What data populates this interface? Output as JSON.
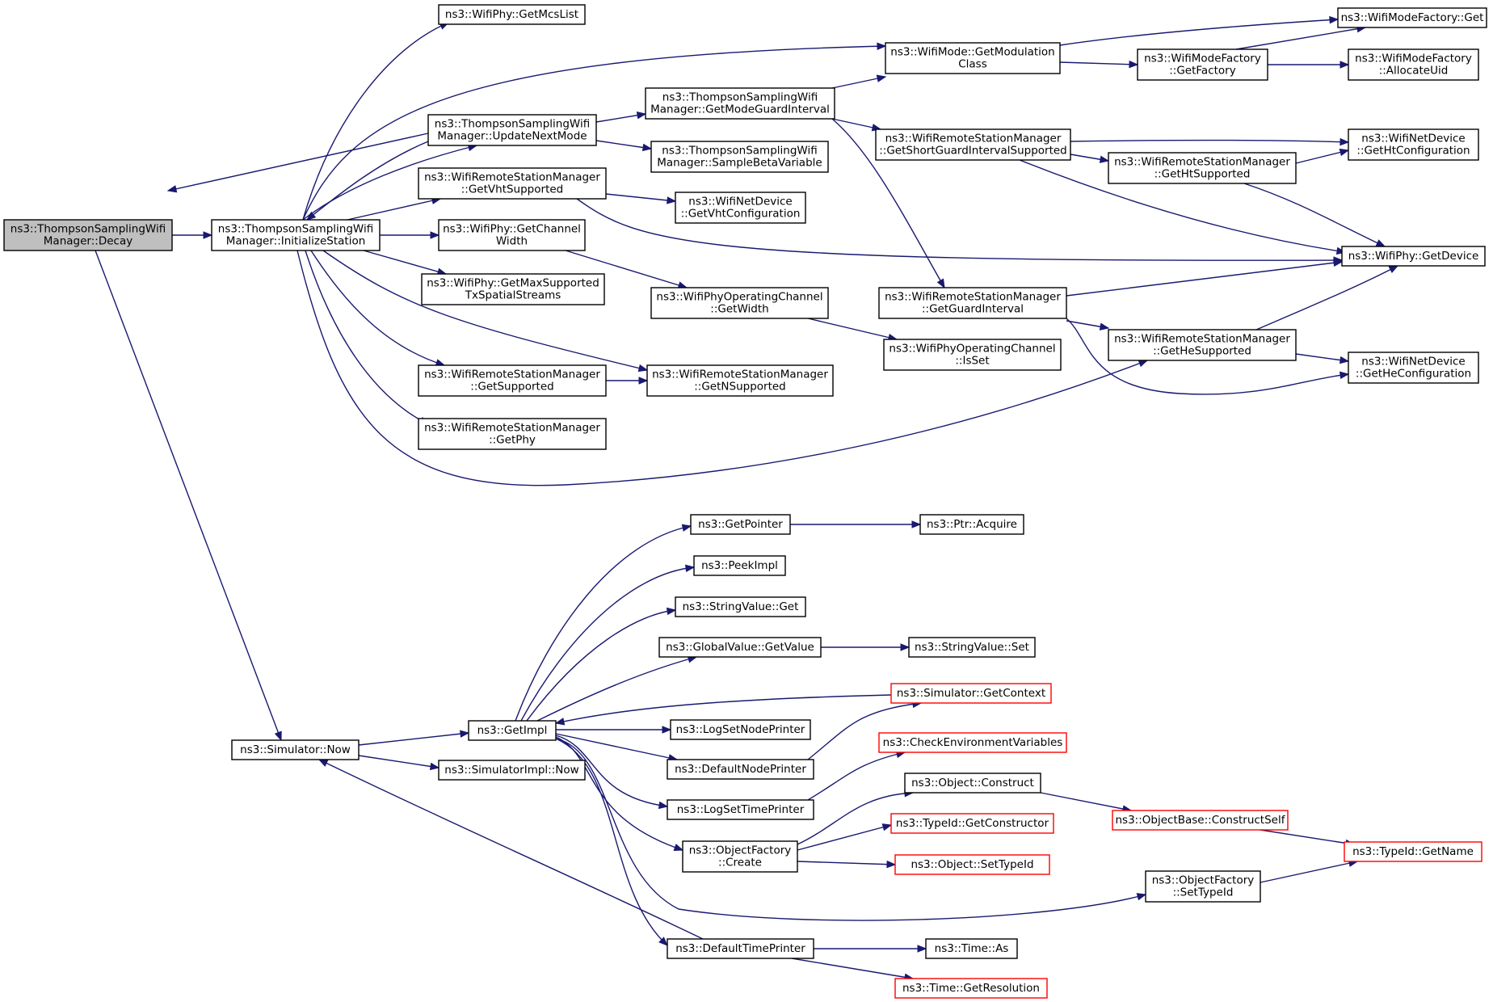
{
  "nodes": [
    {
      "id": "decay",
      "lines": [
        "ns3::ThompsonSamplingWifi",
        "Manager::Decay"
      ],
      "style": "root"
    },
    {
      "id": "initStation",
      "lines": [
        "ns3::ThompsonSamplingWifi",
        "Manager::InitializeStation"
      ],
      "style": "normal"
    },
    {
      "id": "getMcsList",
      "lines": [
        "ns3::WifiPhy::GetMcsList"
      ],
      "style": "normal"
    },
    {
      "id": "updateNextMode",
      "lines": [
        "ns3::ThompsonSamplingWifi",
        "Manager::UpdateNextMode"
      ],
      "style": "normal"
    },
    {
      "id": "getVhtSupported",
      "lines": [
        "ns3::WifiRemoteStationManager",
        "::GetVhtSupported"
      ],
      "style": "normal"
    },
    {
      "id": "getChannelWidth",
      "lines": [
        "ns3::WifiPhy::GetChannel",
        "Width"
      ],
      "style": "normal"
    },
    {
      "id": "getMaxSupported",
      "lines": [
        "ns3::WifiPhy::GetMaxSupported",
        "TxSpatialStreams"
      ],
      "style": "normal"
    },
    {
      "id": "getSupported",
      "lines": [
        "ns3::WifiRemoteStationManager",
        "::GetSupported"
      ],
      "style": "normal"
    },
    {
      "id": "getPhy",
      "lines": [
        "ns3::WifiRemoteStationManager",
        "::GetPhy"
      ],
      "style": "normal"
    },
    {
      "id": "getModeGuardInterval",
      "lines": [
        "ns3::ThompsonSamplingWifi",
        "Manager::GetModeGuardInterval"
      ],
      "style": "normal"
    },
    {
      "id": "sampleBeta",
      "lines": [
        "ns3::ThompsonSamplingWifi",
        "Manager::SampleBetaVariable"
      ],
      "style": "normal"
    },
    {
      "id": "getVhtConfig",
      "lines": [
        "ns3::WifiNetDevice",
        "::GetVhtConfiguration"
      ],
      "style": "normal"
    },
    {
      "id": "opChGetWidth",
      "lines": [
        "ns3::WifiPhyOperatingChannel",
        "::GetWidth"
      ],
      "style": "normal"
    },
    {
      "id": "getNSupported",
      "lines": [
        "ns3::WifiRemoteStationManager",
        "::GetNSupported"
      ],
      "style": "normal"
    },
    {
      "id": "getModulationClass",
      "lines": [
        "ns3::WifiMode::GetModulation",
        "Class"
      ],
      "style": "normal"
    },
    {
      "id": "getShortGI",
      "lines": [
        "ns3::WifiRemoteStationManager",
        "::GetShortGuardIntervalSupported"
      ],
      "style": "normal"
    },
    {
      "id": "getGuardInterval",
      "lines": [
        "ns3::WifiRemoteStationManager",
        "::GetGuardInterval"
      ],
      "style": "normal"
    },
    {
      "id": "opChIsSet",
      "lines": [
        "ns3::WifiPhyOperatingChannel",
        "::IsSet"
      ],
      "style": "normal"
    },
    {
      "id": "modeFactoryGetFactory",
      "lines": [
        "ns3::WifiModeFactory",
        "::GetFactory"
      ],
      "style": "normal"
    },
    {
      "id": "getHtSupported",
      "lines": [
        "ns3::WifiRemoteStationManager",
        "::GetHtSupported"
      ],
      "style": "normal"
    },
    {
      "id": "getHeSupported",
      "lines": [
        "ns3::WifiRemoteStationManager",
        "::GetHeSupported"
      ],
      "style": "normal"
    },
    {
      "id": "modeFactoryGet",
      "lines": [
        "ns3::WifiModeFactory::Get"
      ],
      "style": "normal"
    },
    {
      "id": "allocateUid",
      "lines": [
        "ns3::WifiModeFactory",
        "::AllocateUid"
      ],
      "style": "normal"
    },
    {
      "id": "getHtConfig",
      "lines": [
        "ns3::WifiNetDevice",
        "::GetHtConfiguration"
      ],
      "style": "normal"
    },
    {
      "id": "getDevice",
      "lines": [
        "ns3::WifiPhy::GetDevice"
      ],
      "style": "normal"
    },
    {
      "id": "getHeConfig",
      "lines": [
        "ns3::WifiNetDevice",
        "::GetHeConfiguration"
      ],
      "style": "normal"
    },
    {
      "id": "simNow",
      "lines": [
        "ns3::Simulator::Now"
      ],
      "style": "normal"
    },
    {
      "id": "getImpl",
      "lines": [
        "ns3::GetImpl"
      ],
      "style": "normal"
    },
    {
      "id": "simImplNow",
      "lines": [
        "ns3::SimulatorImpl::Now"
      ],
      "style": "normal"
    },
    {
      "id": "getPointer",
      "lines": [
        "ns3::GetPointer"
      ],
      "style": "normal"
    },
    {
      "id": "ptrAcquire",
      "lines": [
        "ns3::Ptr::Acquire"
      ],
      "style": "normal"
    },
    {
      "id": "peekImpl",
      "lines": [
        "ns3::PeekImpl"
      ],
      "style": "normal"
    },
    {
      "id": "stringValueGet",
      "lines": [
        "ns3::StringValue::Get"
      ],
      "style": "normal"
    },
    {
      "id": "globalValueGetValue",
      "lines": [
        "ns3::GlobalValue::GetValue"
      ],
      "style": "normal"
    },
    {
      "id": "stringValueSet",
      "lines": [
        "ns3::StringValue::Set"
      ],
      "style": "normal"
    },
    {
      "id": "simGetContext",
      "lines": [
        "ns3::Simulator::GetContext"
      ],
      "style": "red"
    },
    {
      "id": "logSetNodePrinter",
      "lines": [
        "ns3::LogSetNodePrinter"
      ],
      "style": "normal"
    },
    {
      "id": "defaultNodePrinter",
      "lines": [
        "ns3::DefaultNodePrinter"
      ],
      "style": "normal"
    },
    {
      "id": "checkEnvVars",
      "lines": [
        "ns3::CheckEnvironmentVariables"
      ],
      "style": "red"
    },
    {
      "id": "logSetTimePrinter",
      "lines": [
        "ns3::LogSetTimePrinter"
      ],
      "style": "normal"
    },
    {
      "id": "objectConstruct",
      "lines": [
        "ns3::Object::Construct"
      ],
      "style": "normal"
    },
    {
      "id": "objectFactoryCreate",
      "lines": [
        "ns3::ObjectFactory",
        "::Create"
      ],
      "style": "normal"
    },
    {
      "id": "typeIdGetConstructor",
      "lines": [
        "ns3::TypeId::GetConstructor"
      ],
      "style": "red"
    },
    {
      "id": "objectSetTypeId",
      "lines": [
        "ns3::Object::SetTypeId"
      ],
      "style": "red"
    },
    {
      "id": "objectBaseConstructSelf",
      "lines": [
        "ns3::ObjectBase::ConstructSelf"
      ],
      "style": "red"
    },
    {
      "id": "typeIdGetName",
      "lines": [
        "ns3::TypeId::GetName"
      ],
      "style": "red"
    },
    {
      "id": "objectFactorySetTypeId",
      "lines": [
        "ns3::ObjectFactory",
        "::SetTypeId"
      ],
      "style": "normal"
    },
    {
      "id": "defaultTimePrinter",
      "lines": [
        "ns3::DefaultTimePrinter"
      ],
      "style": "normal"
    },
    {
      "id": "timeAs",
      "lines": [
        "ns3::Time::As"
      ],
      "style": "normal"
    },
    {
      "id": "timeGetResolution",
      "lines": [
        "ns3::Time::GetResolution"
      ],
      "style": "red"
    }
  ],
  "edges": [
    [
      "decay",
      "initStation"
    ],
    [
      "decay",
      "simNow"
    ],
    [
      "updateNextMode",
      "decay"
    ],
    [
      "initStation",
      "getMcsList"
    ],
    [
      "initStation",
      "getModulationClass"
    ],
    [
      "initStation",
      "updateNextMode"
    ],
    [
      "updateNextMode",
      "initStation"
    ],
    [
      "initStation",
      "getVhtSupported"
    ],
    [
      "initStation",
      "getChannelWidth"
    ],
    [
      "initStation",
      "getMaxSupported"
    ],
    [
      "initStation",
      "getSupported"
    ],
    [
      "initStation",
      "getPhy"
    ],
    [
      "initStation",
      "getNSupported"
    ],
    [
      "initStation",
      "getHeSupported"
    ],
    [
      "updateNextMode",
      "getModeGuardInterval"
    ],
    [
      "updateNextMode",
      "sampleBeta"
    ],
    [
      "getVhtSupported",
      "getVhtConfig"
    ],
    [
      "getVhtSupported",
      "getDevice"
    ],
    [
      "getChannelWidth",
      "opChGetWidth"
    ],
    [
      "getSupported",
      "getNSupported"
    ],
    [
      "getModeGuardInterval",
      "getModulationClass"
    ],
    [
      "getModeGuardInterval",
      "getShortGI"
    ],
    [
      "getModeGuardInterval",
      "getGuardInterval"
    ],
    [
      "opChGetWidth",
      "opChIsSet"
    ],
    [
      "getModulationClass",
      "modeFactoryGet"
    ],
    [
      "getModulationClass",
      "modeFactoryGetFactory"
    ],
    [
      "modeFactoryGetFactory",
      "modeFactoryGet"
    ],
    [
      "modeFactoryGetFactory",
      "allocateUid"
    ],
    [
      "getShortGI",
      "getHtConfig"
    ],
    [
      "getShortGI",
      "getHtSupported"
    ],
    [
      "getShortGI",
      "getDevice"
    ],
    [
      "getHtSupported",
      "getHtConfig"
    ],
    [
      "getHtSupported",
      "getDevice"
    ],
    [
      "getGuardInterval",
      "getDevice"
    ],
    [
      "getGuardInterval",
      "getHeSupported"
    ],
    [
      "getGuardInterval",
      "getHeConfig"
    ],
    [
      "getHeSupported",
      "getDevice"
    ],
    [
      "getHeSupported",
      "getHeConfig"
    ],
    [
      "simNow",
      "getImpl"
    ],
    [
      "simNow",
      "simImplNow"
    ],
    [
      "getImpl",
      "getPointer"
    ],
    [
      "getImpl",
      "peekImpl"
    ],
    [
      "getImpl",
      "stringValueGet"
    ],
    [
      "getImpl",
      "globalValueGetValue"
    ],
    [
      "simGetContext",
      "getImpl"
    ],
    [
      "getImpl",
      "logSetNodePrinter"
    ],
    [
      "getImpl",
      "defaultNodePrinter"
    ],
    [
      "getImpl",
      "logSetTimePrinter"
    ],
    [
      "getImpl",
      "objectFactoryCreate"
    ],
    [
      "getImpl",
      "objectFactorySetTypeId"
    ],
    [
      "getImpl",
      "defaultTimePrinter"
    ],
    [
      "getPointer",
      "ptrAcquire"
    ],
    [
      "globalValueGetValue",
      "stringValueSet"
    ],
    [
      "defaultNodePrinter",
      "simGetContext"
    ],
    [
      "logSetTimePrinter",
      "checkEnvVars"
    ],
    [
      "objectFactoryCreate",
      "objectConstruct"
    ],
    [
      "objectFactoryCreate",
      "typeIdGetConstructor"
    ],
    [
      "objectFactoryCreate",
      "objectSetTypeId"
    ],
    [
      "objectConstruct",
      "objectBaseConstructSelf"
    ],
    [
      "objectBaseConstructSelf",
      "typeIdGetName"
    ],
    [
      "objectFactorySetTypeId",
      "typeIdGetName"
    ],
    [
      "defaultTimePrinter",
      "simNow"
    ],
    [
      "defaultTimePrinter",
      "timeAs"
    ],
    [
      "defaultTimePrinter",
      "timeGetResolution"
    ]
  ],
  "colors": {
    "edge": "#191970",
    "root_fill": "#bfbfbf",
    "box_stroke": "#000000",
    "red_stroke": "#ff0000"
  }
}
